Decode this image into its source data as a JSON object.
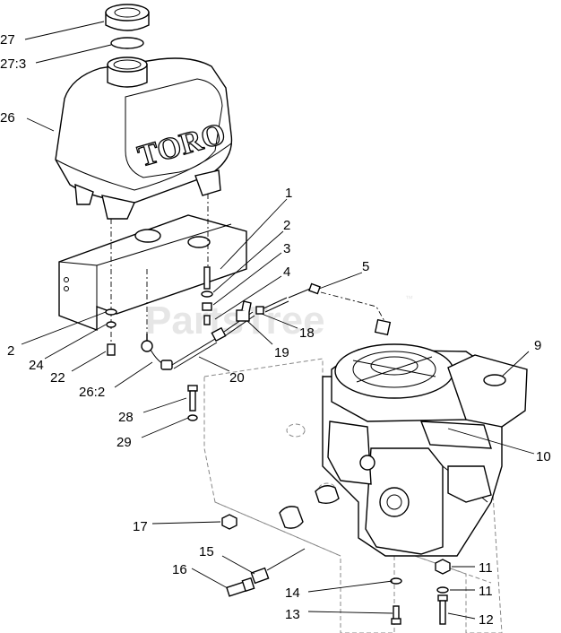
{
  "watermark": {
    "text": "PartsTree",
    "mark": "™"
  },
  "tank_logo": "TORO",
  "callouts": [
    {
      "id": "c27",
      "label": "27"
    },
    {
      "id": "c27-3",
      "label": "27:3"
    },
    {
      "id": "c26",
      "label": "26"
    },
    {
      "id": "c1",
      "label": "1"
    },
    {
      "id": "c2a",
      "label": "2"
    },
    {
      "id": "c3",
      "label": "3"
    },
    {
      "id": "c4",
      "label": "4"
    },
    {
      "id": "c5",
      "label": "5"
    },
    {
      "id": "c2b",
      "label": "2"
    },
    {
      "id": "c24",
      "label": "24"
    },
    {
      "id": "c22",
      "label": "22"
    },
    {
      "id": "c26-2",
      "label": "26:2"
    },
    {
      "id": "c18",
      "label": "18"
    },
    {
      "id": "c19",
      "label": "19"
    },
    {
      "id": "c20",
      "label": "20"
    },
    {
      "id": "c9",
      "label": "9"
    },
    {
      "id": "c10",
      "label": "10"
    },
    {
      "id": "c28",
      "label": "28"
    },
    {
      "id": "c29",
      "label": "29"
    },
    {
      "id": "c17",
      "label": "17"
    },
    {
      "id": "c15",
      "label": "15"
    },
    {
      "id": "c16",
      "label": "16"
    },
    {
      "id": "c11a",
      "label": "11"
    },
    {
      "id": "c11b",
      "label": "11"
    },
    {
      "id": "c14",
      "label": "14"
    },
    {
      "id": "c13",
      "label": "13"
    },
    {
      "id": "c12",
      "label": "12"
    }
  ]
}
